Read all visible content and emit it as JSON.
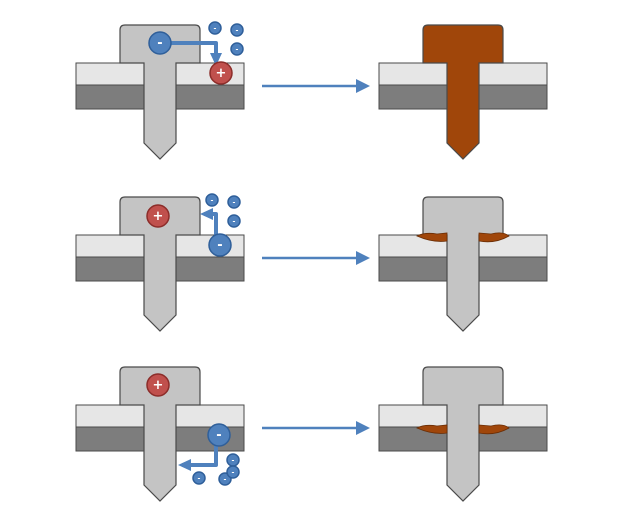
{
  "colors": {
    "plate_light": "#e6e6e6",
    "plate_dark": "#7d7d7d",
    "bolt": "#c4c4c4",
    "outline": "#4a4a4a",
    "corrosion": "#a0460a",
    "electron": "#4f81bd",
    "electron_dark": "#2f5f9a",
    "ion_positive": "#c0504d",
    "ion_positive_dark": "#8c2d2a",
    "arrow": "#4f81bd"
  },
  "symbols": {
    "negative": "-",
    "positive": "+"
  },
  "rows": [
    {
      "before": {
        "head_charge": "negative",
        "hole_charge": "positive",
        "electron_path": "head-to-hole",
        "small_electrons": 3
      },
      "after": {
        "corrosion": "bolt-fully-corroded"
      }
    },
    {
      "before": {
        "head_charge": "positive",
        "hole_charge": "negative",
        "electron_path": "hole-to-head",
        "small_electrons": 3
      },
      "after": {
        "corrosion": "top-plate-interface"
      }
    },
    {
      "before": {
        "head_charge": "positive",
        "hole_charge": "negative",
        "electron_path": "hole-to-outside-below",
        "small_electrons": 4
      },
      "after": {
        "corrosion": "bottom-plate-interface"
      }
    }
  ]
}
